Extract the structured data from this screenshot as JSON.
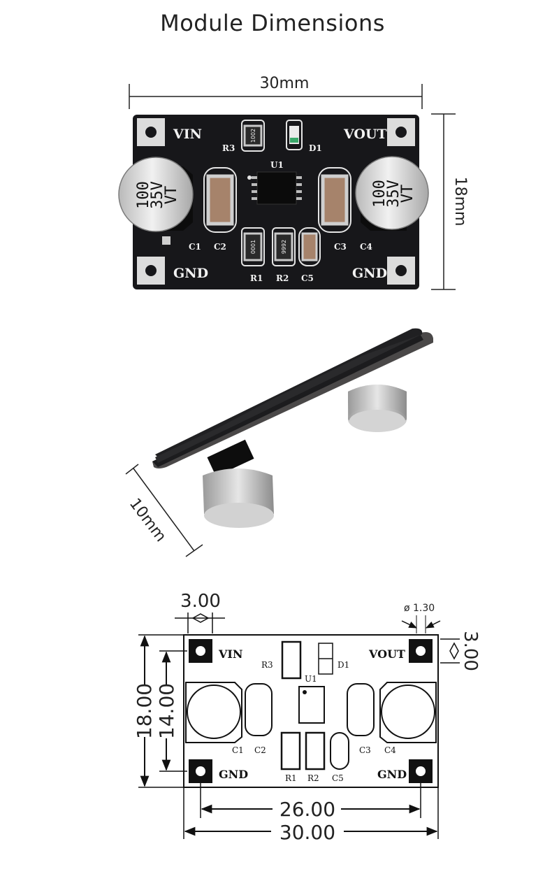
{
  "title": "Module Dimensions",
  "photo_top": {
    "width_label": "30mm",
    "height_label": "18mm",
    "silk": {
      "vin": "VIN",
      "vout": "VOUT",
      "gnd_left": "GND",
      "gnd_right": "GND",
      "r3": "R3",
      "d1": "D1",
      "u1": "U1",
      "c1": "C1",
      "c2": "C2",
      "c3": "C3",
      "c4": "C4",
      "r1": "R1",
      "r2": "R2",
      "c5": "C5"
    },
    "cap_text": [
      "100",
      "35V",
      "VT"
    ],
    "resistor_codes": {
      "r3": "1002",
      "r1": "0001",
      "r2": "9992"
    }
  },
  "photo_side": {
    "height_label": "10mm"
  },
  "drawing": {
    "pad_spacing_label": "3.00",
    "hole_label": "ø 1.30",
    "right_offset_label": "3.00",
    "height_outer_label": "18.00",
    "height_inner_label": "14.00",
    "width_inner_label": "26.00",
    "width_outer_label": "30.00",
    "labels": {
      "vin": "VIN",
      "vout": "VOUT",
      "gnd_left": "GND",
      "gnd_right": "GND",
      "r3": "R3",
      "d1": "D1",
      "u1": "U1",
      "c1": "C1",
      "c2": "C2",
      "c3": "C3",
      "c4": "C4",
      "r1": "R1",
      "r2": "R2",
      "c5": "C5"
    }
  }
}
